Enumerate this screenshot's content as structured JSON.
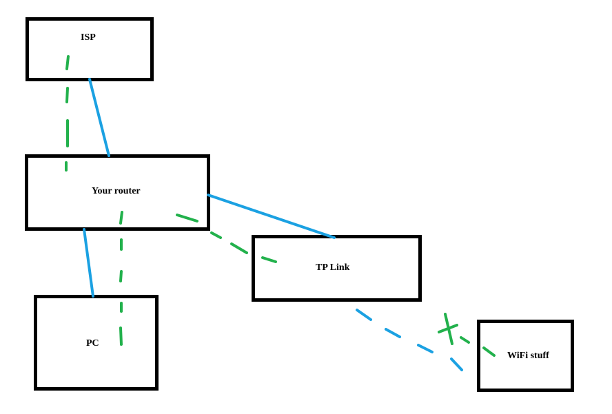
{
  "nodes": {
    "isp": "ISP",
    "router": "Your router",
    "pc": "PC",
    "tplink": "TP Link",
    "wifi": "WiFi stuff"
  },
  "colors": {
    "wired": "#1ba1e2",
    "wireless_path": "#22b14c",
    "border": "#000000"
  }
}
